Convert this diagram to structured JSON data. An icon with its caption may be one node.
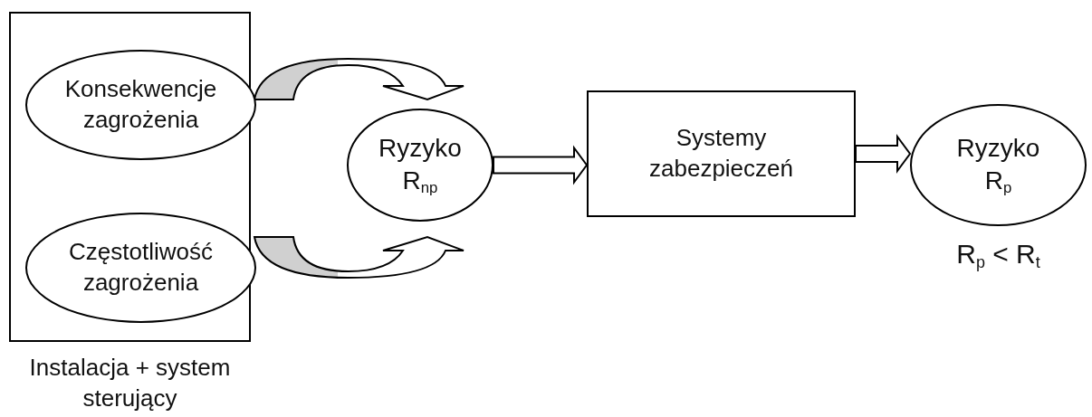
{
  "diagram": {
    "nodes": [
      {
        "text": [
          "Instalacja + system sterujący"
        ]
      },
      {
        "text": [
          "Konsekwencje zagrożenia"
        ],
        "in": 0
      },
      {
        "text": [
          "Częstotliwość zagrożenia"
        ],
        "in": 0
      },
      {
        "text": [
          "Ryzyko R$_{np}$"
        ]
      },
      {
        "text": [
          "Systemy zabezpieczeń"
        ]
      },
      {
        "text": [
          "Ryzyko R$_{p}$"
        ],
        "beside": [
          "R$_{p}$ < R$_{t}$"
        ]
      }
    ],
    "edges": [
      {
        "from": 1,
        "to": 3,
        "arrow": "to"
      },
      {
        "from": 2,
        "to": 3,
        "arrow": "to"
      },
      {
        "from": 3,
        "to": 4,
        "arrow": "to"
      },
      {
        "from": 4,
        "to": 5,
        "arrow": "to"
      }
    ]
  }
}
